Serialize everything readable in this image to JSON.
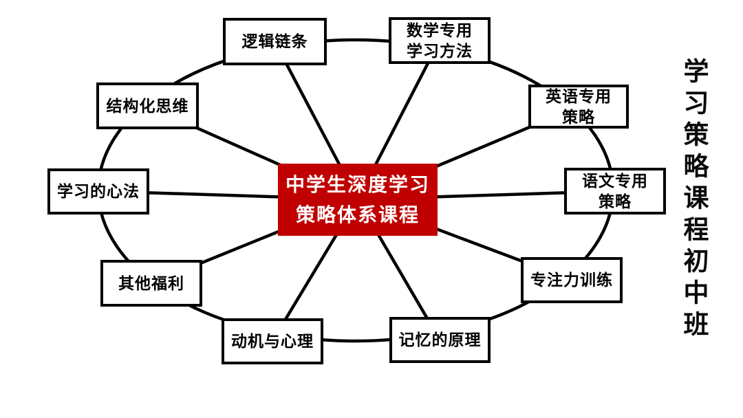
{
  "diagram": {
    "center": {
      "label": "中学生深度学习\n策略体系课程",
      "bg_color": "#C00000",
      "text_color": "#FFFFFF"
    },
    "nodes": [
      {
        "id": "logic-chain",
        "label": "逻辑链条"
      },
      {
        "id": "math-learning-methods",
        "label": "数学专用\n学习方法"
      },
      {
        "id": "english-strategy",
        "label": "英语专用\n策略"
      },
      {
        "id": "chinese-strategy",
        "label": "语文专用\n策略"
      },
      {
        "id": "focus-training",
        "label": "专注力训练"
      },
      {
        "id": "memory-principles",
        "label": "记忆的原理"
      },
      {
        "id": "motivation-psychology",
        "label": "动机与心理"
      },
      {
        "id": "other-benefits",
        "label": "其他福利"
      },
      {
        "id": "learning-mindset",
        "label": "学习的心法"
      },
      {
        "id": "structured-thinking",
        "label": "结构化思维"
      }
    ],
    "side_title": "学习策略课程初中班",
    "line_color": "#000000"
  }
}
